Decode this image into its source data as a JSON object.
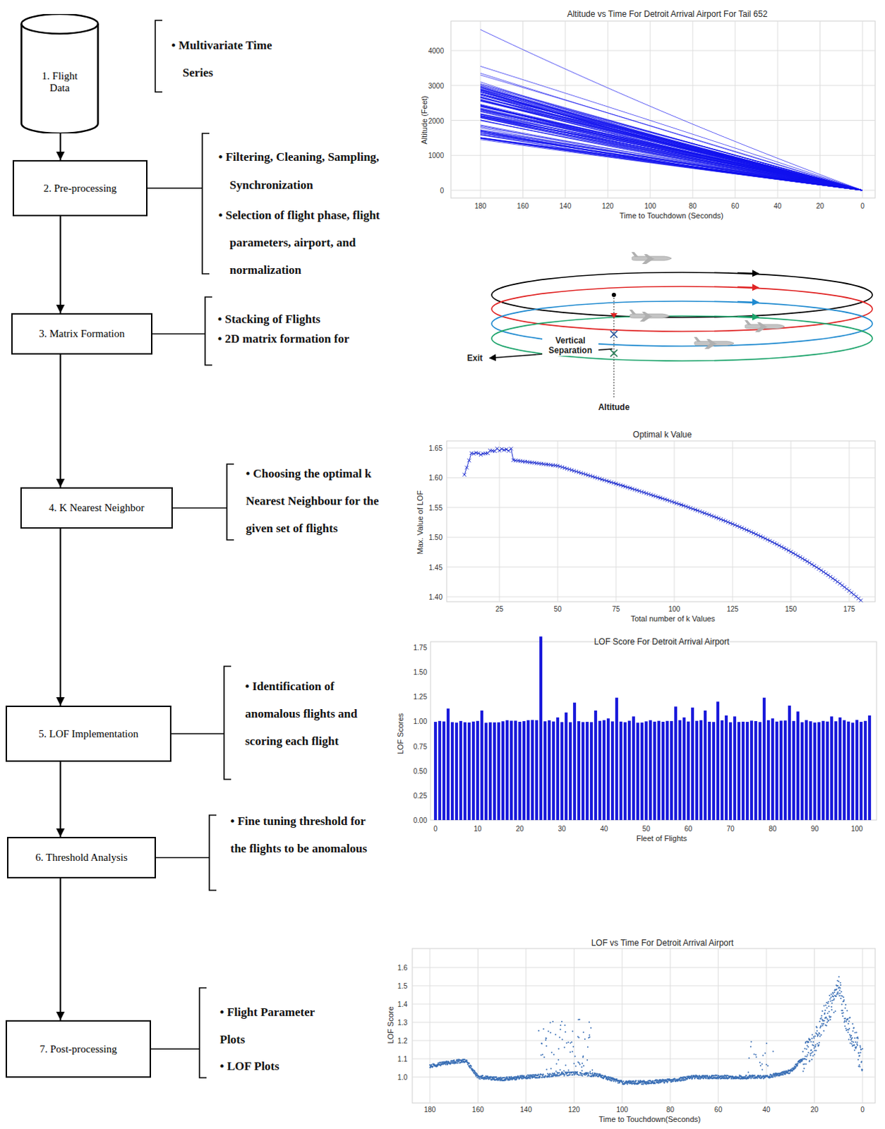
{
  "diagram": {
    "nodes": [
      {
        "text": [
          "1. Flight Data"
        ]
      },
      {
        "text": [
          "2. Pre-processing"
        ]
      },
      {
        "text": [
          "3. Matrix Formation"
        ]
      },
      {
        "text": [
          "4. K Nearest Neighbor"
        ]
      },
      {
        "text": [
          "5. LOF Implementation"
        ]
      },
      {
        "text": [
          "6. Threshold Analysis"
        ]
      },
      {
        "text": [
          "7. Post-processing"
        ]
      }
    ],
    "edges": [
      {
        "from": 0,
        "to": 1,
        "arrow": "to"
      },
      {
        "from": 1,
        "to": 2,
        "arrow": "to"
      },
      {
        "from": 2,
        "to": 3,
        "arrow": "to"
      },
      {
        "from": 3,
        "to": 4,
        "arrow": "to"
      },
      {
        "from": 4,
        "to": 5,
        "arrow": "to"
      },
      {
        "from": 5,
        "to": 6,
        "arrow": "to"
      }
    ],
    "labels": [
      "• Multivariate Time Series",
      "• Filtering, Cleaning, Sampling, Synchronization",
      "• Selection of flight phase, flight parameters, airport, and normalization",
      "• Stacking of Flights",
      "• 2D matrix formation for",
      "• Choosing the optimal k Nearest Neighbour for the given set of flights",
      "• Identification of anomalous flights and scoring each flight",
      "• Fine tuning threshold for the flights to be anomalous",
      "• Flight Parameter Plots",
      "• LOF Plots",
      "Altitude vs Time For Detroit Arrival Airport For Tail 652",
      "4000",
      "3000",
      "2000",
      "1000",
      "0",
      "Altitude (Feet)",
      "180",
      "160",
      "140",
      "120",
      "100",
      "80",
      "60",
      "40",
      "20",
      "0",
      "Time to Touchdown (Seconds)",
      "Vertical Separation",
      "Exit",
      "Altitude",
      "Optimal k Value",
      "1.65",
      "1.60",
      "1.55",
      "1.50",
      "1.45",
      "1.40",
      "Max. Value of LOF",
      "25",
      "50",
      "75",
      "100",
      "125",
      "150",
      "175",
      "Total number of k Values",
      "LOF Score For Detroit Arrival Airport",
      "1.75",
      "1.50",
      "1.25",
      "1.00",
      "0.75",
      "0.50",
      "0.25",
      "0.00",
      "LOF Scores",
      "0",
      "10",
      "20",
      "30",
      "40",
      "50",
      "60",
      "70",
      "80",
      "90",
      "100",
      "Fleet of Flights",
      "LOF vs Time For Detroit Arrival Airport",
      "1.6",
      "1.5",
      "1.4",
      "1.3",
      "1.2",
      "1.1",
      "1.0",
      "LOF Score",
      "180",
      "160",
      "140",
      "120",
      "100",
      "80",
      "60",
      "40",
      "20",
      "0",
      "Time to Touchdown(Seconds)"
    ]
  }
}
